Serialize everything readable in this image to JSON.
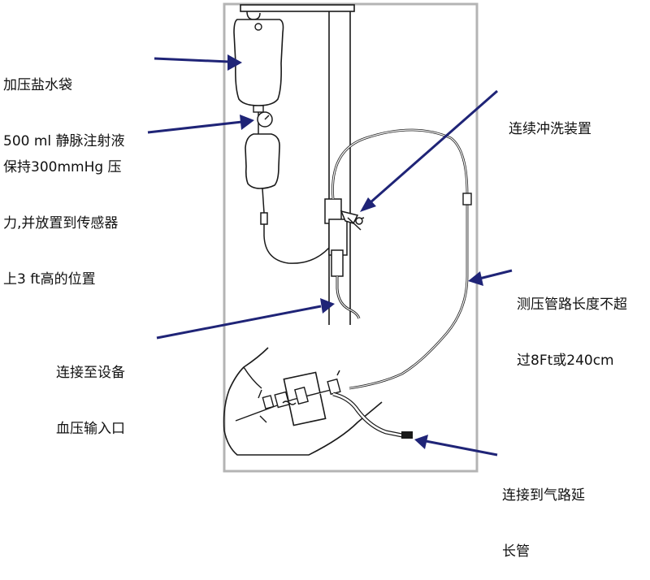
{
  "colors": {
    "frame": "#b4b4b4",
    "line": "#1a1a1a",
    "arrow": "#1f2477",
    "bag": "#ffffff"
  },
  "labels": {
    "saline_bag": [
      "加压盐水袋",
      "500 ml 静脉注射液"
    ],
    "pressure": [
      "保持300mmHg 压",
      "力,并放置到传感器",
      "上3 ft高的位置"
    ],
    "flush_device": [
      "连续冲洗装置"
    ],
    "tubing_length": [
      "测压管路长度不超",
      "过8Ft或240cm"
    ],
    "monitor_input": [
      "连接至设备",
      "血压输入口"
    ],
    "airway_extension": [
      "连接到气路延",
      "长管"
    ]
  }
}
